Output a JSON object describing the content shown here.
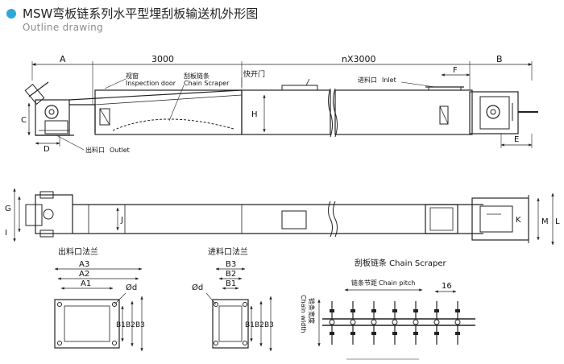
{
  "header": {
    "title": "MSW弯板链系列水平型埋刮板输送机外形图",
    "subtitle": "Outline drawing",
    "accent_color": "#2ea7d8"
  },
  "main_view": {
    "dim_a": "A",
    "dim_3000": "3000",
    "dim_nx3000": "nX3000",
    "dim_b": "B",
    "dim_c": "C",
    "dim_d": "D",
    "dim_e": "E",
    "dim_f": "F",
    "dim_h": "H",
    "inspection_door_cn": "视窗",
    "inspection_door_en": "Inspection door",
    "chain_scraper_cn": "刮板链条",
    "chain_scraper_en": "Chain Scraper",
    "quick_door": "快开门",
    "inlet_cn": "进料口",
    "inlet_en": "Inlet",
    "outlet_cn": "出料口",
    "outlet_en": "Outlet"
  },
  "plan_view": {
    "dim_g": "G",
    "dim_i": "I",
    "dim_j": "J",
    "dim_k": "K",
    "dim_l": "L",
    "dim_m": "M"
  },
  "outlet_flange": {
    "title": "出料口法兰",
    "a3": "A3",
    "a2": "A2",
    "a1": "A1",
    "od": "Ød",
    "b1": "B1",
    "b2": "B2",
    "b3": "B3"
  },
  "inlet_flange": {
    "title": "进料口法兰",
    "od": "Ød",
    "b3": "B3",
    "b2": "B2",
    "b1": "B1"
  },
  "chain_detail": {
    "title": "刮板链条 Chain Scraper",
    "pitch_cn": "链条节距",
    "pitch_en": "Chain pitch",
    "dim_16": "16",
    "width_cn": "链条宽度",
    "width_en": "Chain width"
  }
}
